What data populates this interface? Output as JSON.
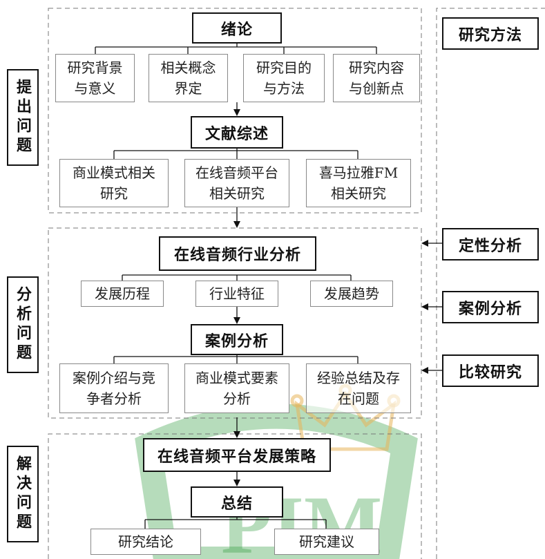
{
  "section_labels": {
    "problem_raise": "提出问题",
    "problem_analyze": "分析问题",
    "problem_solve": "解决问题"
  },
  "methods": {
    "header": "研究方法",
    "qualitative": "定性分析",
    "case": "案例分析",
    "comparative": "比较研究"
  },
  "intro": {
    "title": "绪论",
    "items": [
      "研究背景\n与意义",
      "相关概念\n界定",
      "研究目的\n与方法",
      "研究内容\n与创新点"
    ]
  },
  "review": {
    "title": "文献综述",
    "items": [
      "商业模式相关\n研究",
      "在线音频平台\n相关研究",
      "喜马拉雅FM\n相关研究"
    ]
  },
  "industry": {
    "title": "在线音频行业分析",
    "items": [
      "发展历程",
      "行业特征",
      "发展趋势"
    ]
  },
  "case": {
    "title": "案例分析",
    "items": [
      "案例介绍与竞\n争者分析",
      "商业模式要素\n分析",
      "经验总结及存\n在问题"
    ]
  },
  "strategy": {
    "title": "在线音频平台发展策略"
  },
  "summary": {
    "title": "总结",
    "items": [
      "研究结论",
      "研究建议"
    ]
  },
  "watermark": {
    "text": "PIM",
    "shield_color": "#2e9a3c",
    "crown_color": "#e8b45a"
  }
}
